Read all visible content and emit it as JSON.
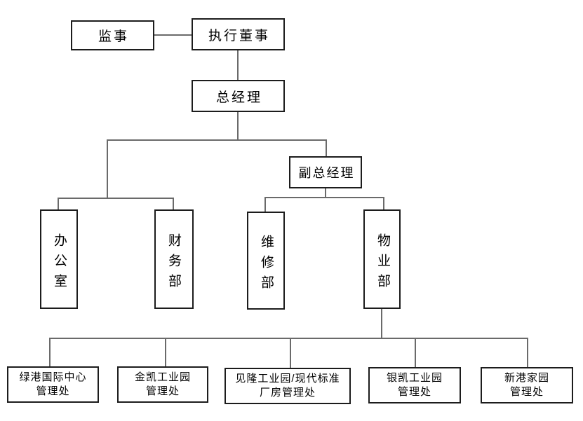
{
  "diagram": {
    "type": "org-chart",
    "background_color": "#ffffff",
    "box_border_color": "#1c1c1c",
    "connector_color": "#6a6a6a",
    "text_color": "#000000",
    "nodes": {
      "supervisor": {
        "label": "监事"
      },
      "executive_director": {
        "label": "执行董事"
      },
      "general_manager": {
        "label": "总经理"
      },
      "deputy_general_manager": {
        "label": "副总经理"
      },
      "office": {
        "label": "办公室",
        "orientation": "vertical"
      },
      "finance_dept": {
        "label": "财务部",
        "orientation": "vertical"
      },
      "maintenance_dept": {
        "label": "维修部",
        "orientation": "vertical"
      },
      "property_dept": {
        "label": "物业部",
        "orientation": "vertical"
      },
      "lvgang_office": {
        "label": "绿港国际中心管理处",
        "lines": [
          "绿港国际中心",
          "管理处"
        ]
      },
      "jinkai_office": {
        "label": "金凯工业园管理处",
        "lines": [
          "金凯工业园",
          "管理处"
        ]
      },
      "jianlong_office": {
        "label": "见隆工业园/现代标准厂房管理处",
        "lines": [
          "见隆工业园/现代标准",
          "厂房管理处"
        ]
      },
      "yinkai_office": {
        "label": "银凯工业园管理处",
        "lines": [
          "银凯工业园",
          "管理处"
        ]
      },
      "xingang_office": {
        "label": "新港家园管理处",
        "lines": [
          "新港家园",
          "管理处"
        ]
      }
    },
    "edges": [
      {
        "from": "supervisor",
        "to": "executive_director"
      },
      {
        "from": "executive_director",
        "to": "general_manager"
      },
      {
        "from": "general_manager",
        "to": "office"
      },
      {
        "from": "general_manager",
        "to": "finance_dept"
      },
      {
        "from": "general_manager",
        "to": "deputy_general_manager"
      },
      {
        "from": "deputy_general_manager",
        "to": "maintenance_dept"
      },
      {
        "from": "deputy_general_manager",
        "to": "property_dept"
      },
      {
        "from": "property_dept",
        "to": "lvgang_office"
      },
      {
        "from": "property_dept",
        "to": "jinkai_office"
      },
      {
        "from": "property_dept",
        "to": "jianlong_office"
      },
      {
        "from": "property_dept",
        "to": "yinkai_office"
      },
      {
        "from": "property_dept",
        "to": "xingang_office"
      }
    ]
  }
}
